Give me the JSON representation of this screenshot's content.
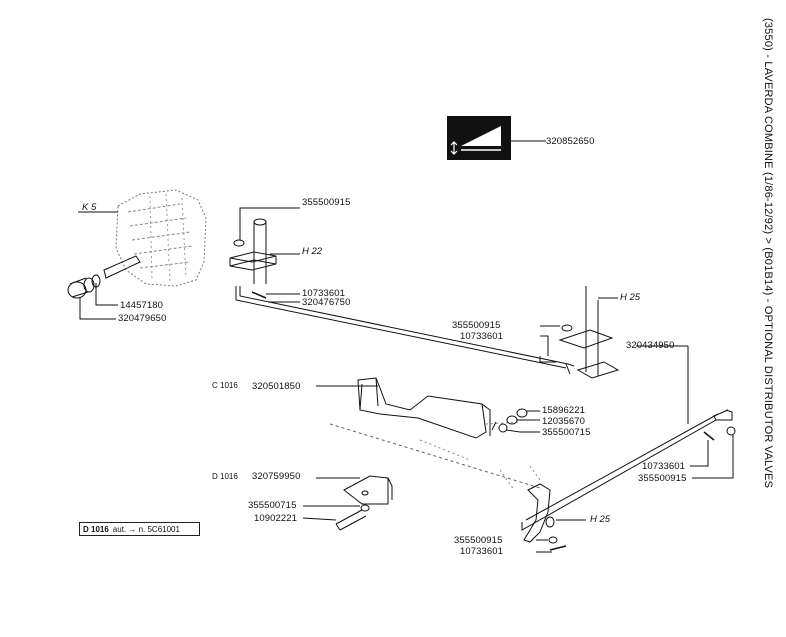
{
  "title": "(3550) - LAVERDA COMBINE (1/86-12/92) > (B01B14) - OPTIONAL DISTRIBUTOR VALVES",
  "icon": {
    "name": "ramp-symbol-icon",
    "part": "320852650"
  },
  "refs": {
    "k5": "K 5",
    "h22": "H 22",
    "h25_top": "H 25",
    "h25_bottom": "H 25"
  },
  "groups": {
    "c1016": "C 1016",
    "d1016": "D 1016"
  },
  "note": {
    "model": "D 1016",
    "text": "aut. → n. 5C61001"
  },
  "parts": {
    "p355500915_a": "355500915",
    "p10733601_a": "10733601",
    "p320476750": "320476750",
    "p14457180": "14457180",
    "p320479650": "320479650",
    "p355500915_b": "355500915",
    "p10733601_b": "10733601",
    "p320434950": "320434950",
    "p320501850": "320501850",
    "p15896221": "15896221",
    "p12035670": "12035670",
    "p355500715_a": "355500715",
    "p320759950": "320759950",
    "p355500715_b": "355500715",
    "p10902221": "10902221",
    "p10733601_c": "10733601",
    "p355500915_c": "355500915",
    "p355500915_d": "355500915",
    "p10733601_d": "10733601"
  }
}
